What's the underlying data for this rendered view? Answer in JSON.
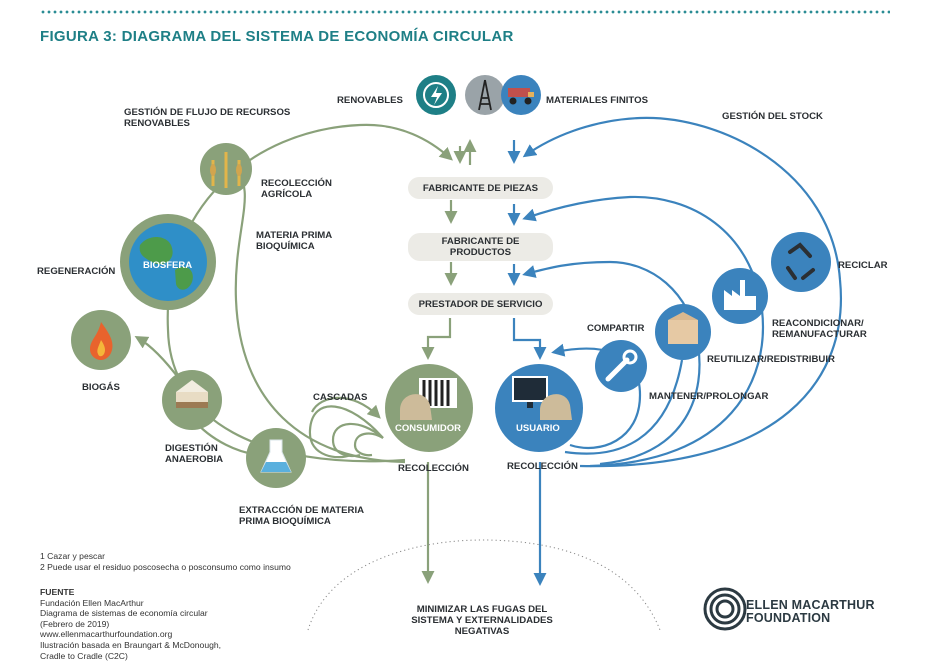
{
  "title": "FIGURA 3: DIAGRAMA DEL SISTEMA DE ECONOMÍA CIRCULAR",
  "top": {
    "renewables": "RENOVABLES",
    "finite": "MATERIALES FINITOS",
    "renewable_flow": "GESTIÓN DE FLUJO DE RECURSOS\nRENOVABLES",
    "stock": "GESTIÓN DEL STOCK"
  },
  "chain": {
    "parts": "FABRICANTE DE PIEZAS",
    "products": "FABRICANTE DE\nPRODUCTOS",
    "service": "PRESTADOR DE SERVICIO"
  },
  "bio": {
    "harvest": "RECOLECCIÓN\nAGRÍCOLA",
    "feedstock": "MATERIA PRIMA\nBIOQUÍMICA",
    "biosphere": "BIOSFERA",
    "regeneration": "REGENERACIÓN",
    "biogas": "BIOGÁS",
    "digestion": "DIGESTIÓN\nANAEROBIA",
    "extraction": "EXTRACCIÓN DE MATERIA\nPRIMA BIOQUÍMICA",
    "cascades": "CASCADAS",
    "consumer": "CONSUMIDOR",
    "collection": "RECOLECCIÓN"
  },
  "tech": {
    "user": "USUARIO",
    "collection": "RECOLECCIÓN",
    "share": "COMPARTIR",
    "maintain": "MANTENER/PROLONGAR",
    "reuse": "REUTILIZAR/REDISTRIBUIR",
    "remanufacture": "REACONDICIONAR/\nREMANUFACTURAR",
    "recycle": "RECICLAR"
  },
  "bottom": "MINIMIZAR LAS FUGAS DEL\nSISTEMA Y EXTERNALIDADES\nNEGATIVAS",
  "notes": [
    "1 Cazar y pescar",
    "2 Puede usar el residuo poscosecha o posconsumo como insumo"
  ],
  "source": {
    "heading": "FUENTE",
    "lines": [
      "Fundación Ellen MacArthur",
      "Diagrama de sistemas de economía circular",
      "(Febrero de 2019)",
      "www.ellenmacarthurfoundation.org",
      "Ilustración basada en Braungart & McDonough,",
      "Cradle to Cradle (C2C)"
    ]
  },
  "logo": {
    "line1": "ELLEN MACARTHUR",
    "line2": "FOUNDATION"
  },
  "colors": {
    "green": "#8aa17a",
    "blue": "#3b83bd",
    "teal": "#1e7f86",
    "pill": "#ecebe6"
  },
  "icons": [
    "energy-icon",
    "oil-rig-icon",
    "mining-truck-icon",
    "wheat-fish-icon",
    "globe-icon",
    "flame-icon",
    "soil-icon",
    "flask-icon",
    "recycle-icon",
    "factory-icon",
    "box-icon",
    "wrench-icon",
    "monitor-icon"
  ]
}
